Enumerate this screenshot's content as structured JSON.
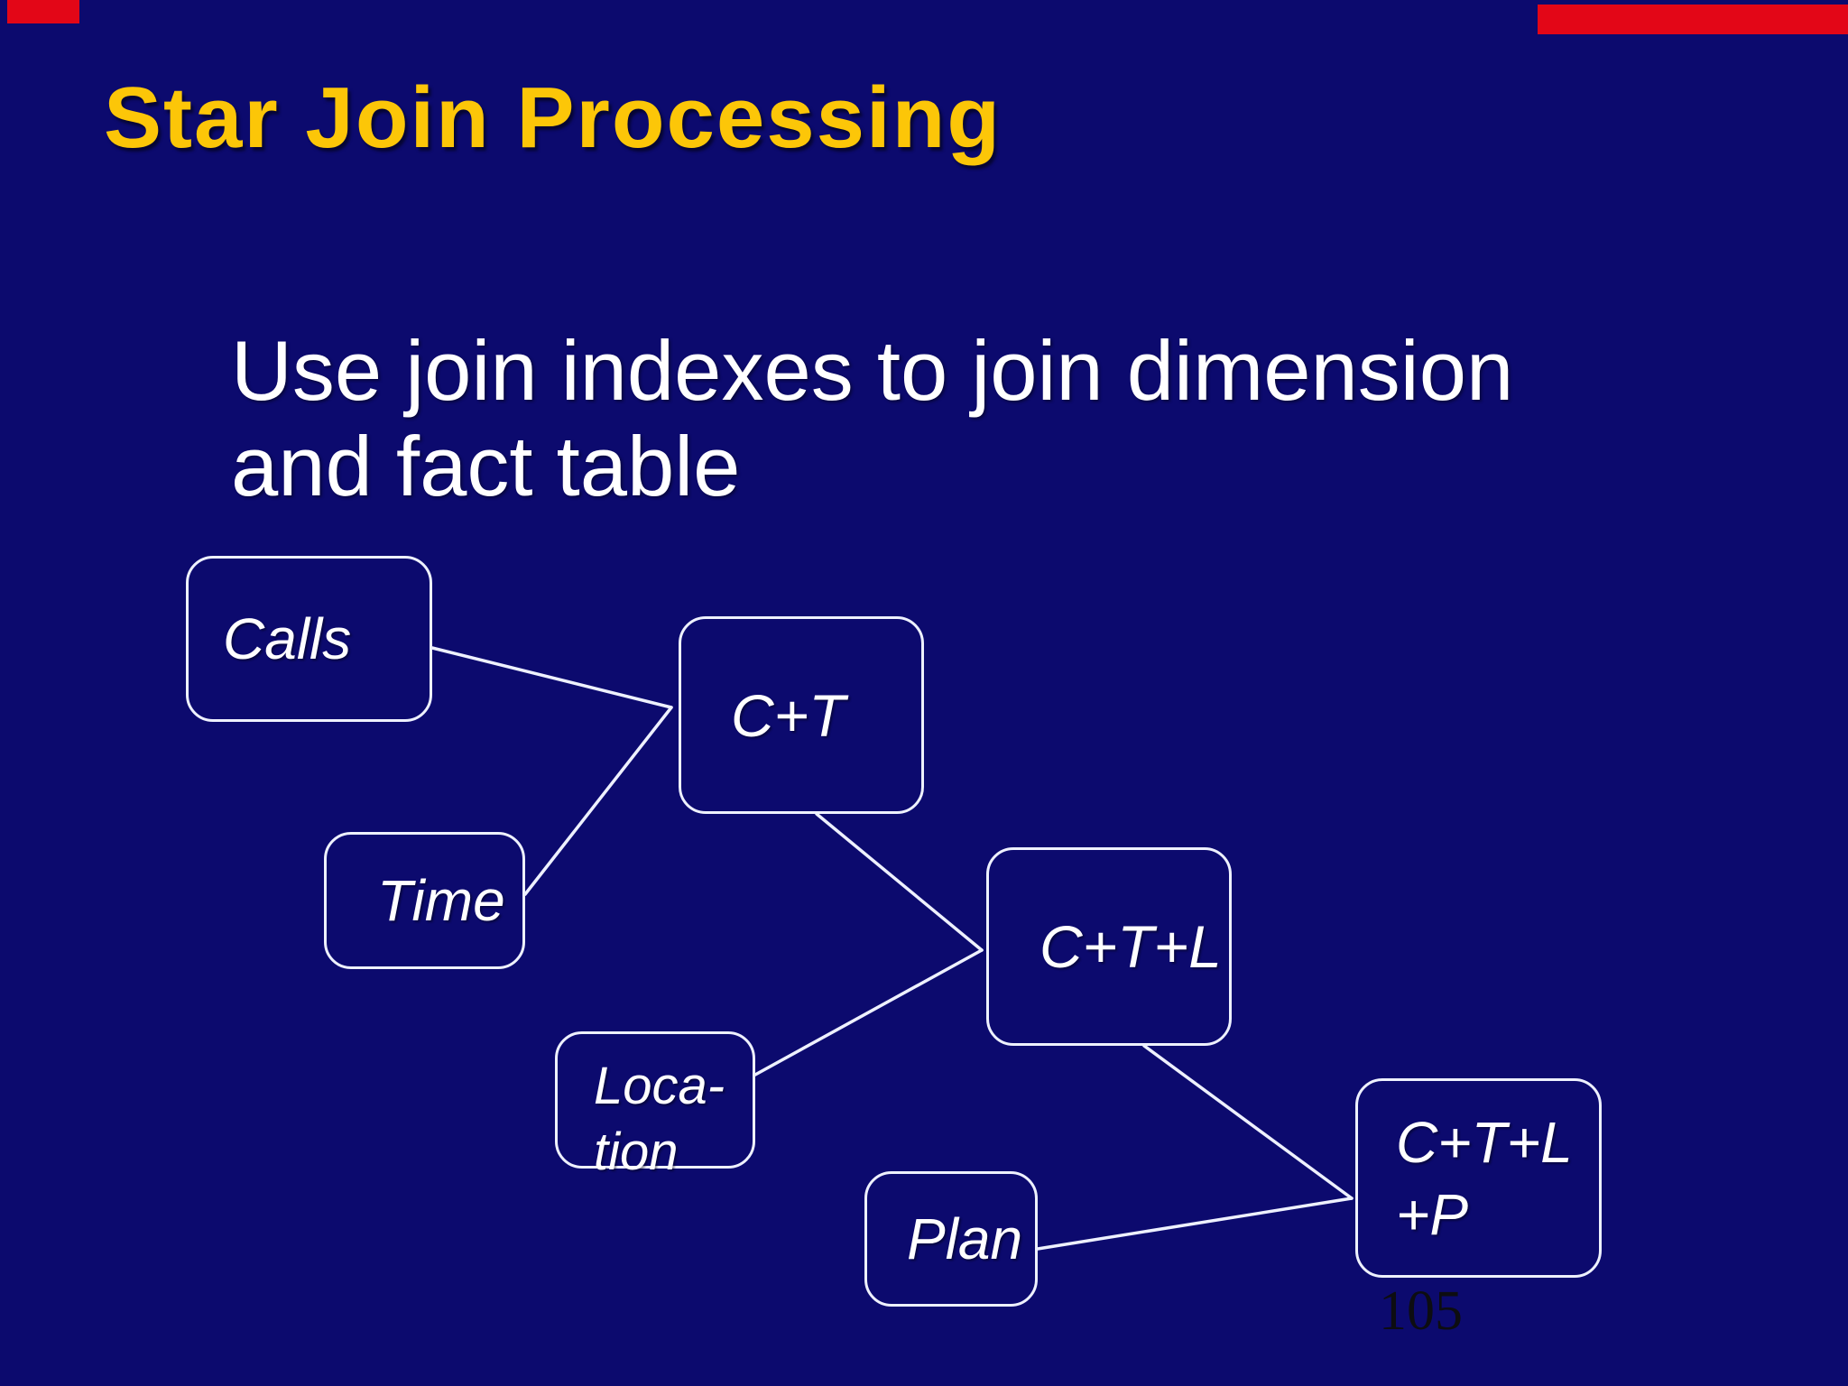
{
  "slide": {
    "title": "Star Join Processing",
    "body": "Use join indexes to join dimension and fact table",
    "body_lines": [
      "Use join indexes to join dimension",
      "and fact table"
    ],
    "page_number": "105"
  },
  "diagram": {
    "description": "Star join processing: dimension tables joined stepwise with fact table via join indexes",
    "nodes": [
      {
        "id": "calls",
        "label": "Calls"
      },
      {
        "id": "c-t",
        "label": "C+T"
      },
      {
        "id": "time",
        "label": "Time"
      },
      {
        "id": "location",
        "lines": [
          "Loca-",
          "tion"
        ]
      },
      {
        "id": "c-t-l",
        "label": "C+T+L"
      },
      {
        "id": "plan",
        "label": "Plan"
      },
      {
        "id": "c-t-l-p",
        "lines": [
          "C+T+L",
          "+P"
        ]
      }
    ],
    "edges": [
      {
        "from": "calls",
        "to": "c-t"
      },
      {
        "from": "time",
        "to": "c-t"
      },
      {
        "from": "c-t",
        "to": "c-t-l"
      },
      {
        "from": "location",
        "to": "c-t-l"
      },
      {
        "from": "c-t-l",
        "to": "c-t-l-p"
      },
      {
        "from": "plan",
        "to": "c-t-l-p"
      }
    ]
  },
  "colors": {
    "background": "#0c0a6e",
    "title": "#fcc608",
    "text": "#ffffff",
    "box_border": "#eef1ff",
    "connector": "#eef1ff",
    "page_number": "#0d0d11",
    "corner_marker": "#e30617"
  }
}
